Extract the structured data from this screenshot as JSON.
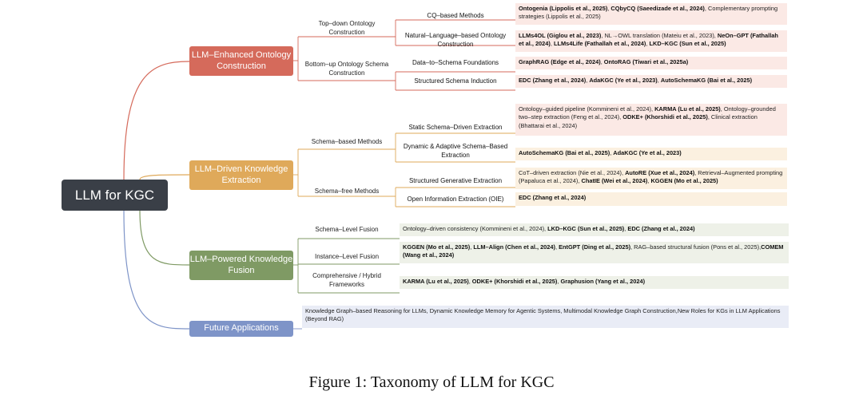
{
  "root": "LLM for KGC",
  "branches": {
    "construction": "LLM–Enhanced Ontology Construction",
    "extraction": "LLM–Driven Knowledge Extraction",
    "fusion": "LLM–Powered Knowledge Fusion",
    "future": "Future Applications"
  },
  "construction": {
    "topdown": "Top–down Ontology Construction",
    "bottomup": "Bottom–up Ontology Schema Construction",
    "cq_title": "CQ–based Methods",
    "cq_refs": "<b>Ontogenia (Lippolis et al., 2025)</b>, <b>CQbyCQ (Saeedizade et al., 2024)</b>, Complementary prompting strategies (Lippolis et al., 2025)",
    "nl_title": "Natural–Language–based Ontology Construction",
    "nl_refs": "<b>LLMs4OL (Giglou et al., 2023)</b>, NL→OWL translation (Mateiu et al., 2023), <b>NeOn–GPT (Fathallah et al., 2024)</b>, <b>LLMs4Life (Fathallah et al., 2024)</b>, <b>LKD–KGC (Sun et al., 2025)</b>",
    "d2s_title": "Data–to–Schema Foundations",
    "d2s_refs": "<b>GraphRAG (Edge et al., 2024)</b>, <b>OntoRAG (Tiwari et al., 2025a)</b>",
    "ssi_title": "Structured Schema Induction",
    "ssi_refs": "<b>EDC (Zhang et al., 2024)</b>, <b>AdaKGC (Ye et al., 2023)</b>, <b>AutoSchemaKG (Bai et al., 2025)</b>"
  },
  "extraction": {
    "schema_based": "Schema–based Methods",
    "schema_free": "Schema–free Methods",
    "static_title": "Static Schema–Driven Extraction",
    "static_refs": "Ontology–guided pipeline (Kommineni et al., 2024), <b>KARMA (Lu et al., 2025)</b>, Ontology–grounded two–step extraction (Feng et al., 2024), <b>ODKE+ (Khorshidi et al., 2025)</b>, Clinical extraction (Bhattarai et al., 2024)",
    "dynamic_title": "Dynamic & Adaptive Schema–Based Extraction",
    "dynamic_refs": "<b>AutoSchemaKG (Bai et al., 2025)</b>, <b>AdaKGC (Ye et al., 2023)</b>",
    "sge_title": "Structured Generative Extraction",
    "sge_refs": "CoT–driven extraction (Nie et al., 2024), <b>AutoRE (Xue et al., 2024)</b>, Retrieval–Augmented prompting (Papaluca et al., 2024), <b>ChatIE (Wei et al., 2024)</b>, <b>KGGEN (Mo et al., 2025)</b>",
    "oie_title": "Open Information Extraction (OIE)",
    "oie_refs": "<b>EDC (Zhang et al., 2024)</b>"
  },
  "fusion": {
    "schema_level": "Schema–Level Fusion",
    "schema_refs": "Ontology–driven consistency (Kommineni et al., 2024), <b>LKD–KGC (Sun et al., 2025)</b>, <b>EDC (Zhang et al., 2024)</b>",
    "instance_level": "Instance–Level Fusion",
    "instance_refs": "<b>KGGEN (Mo et al., 2025)</b>, <b>LLM–Align (Chen et al., 2024)</b>, <b>EntGPT (Ding et al., 2025)</b>, RAG–based structural fusion (Pons et al., 2025),<b>COMEM (Wang et al., 2024)</b>",
    "hybrid": "Comprehensive / Hybrid Frameworks",
    "hybrid_refs": "<b>KARMA (Lu et al., 2025)</b>, <b>ODKE+ (Khorshidi et al., 2025)</b>, <b>Graphusion (Yang et al., 2024)</b>"
  },
  "future": {
    "refs": "Knowledge Graph–based Reasoning for LLMs, Dynamic Knowledge Memory for Agentic Systems, Multimodal Knowledge Graph Construction,New Roles for KGs in LLM Applications (Beyond RAG)"
  },
  "caption": "Figure 1: Taxonomy of LLM for KGC",
  "colors": {
    "red": "#d56a5b",
    "orange": "#dfa95a",
    "green": "#7f9a64",
    "blue": "#7e94c8",
    "root": "#3a3f47"
  }
}
